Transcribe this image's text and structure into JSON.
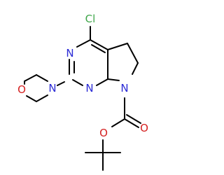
{
  "colors": {
    "background": "#ffffff",
    "bond": "#000000",
    "chlorine": "#3fa64a",
    "nitrogen": "#2b2bd6",
    "oxygen": "#d42020"
  },
  "atoms": {
    "chlorine": "Cl",
    "nitrogen": "N",
    "oxygen": "O"
  }
}
